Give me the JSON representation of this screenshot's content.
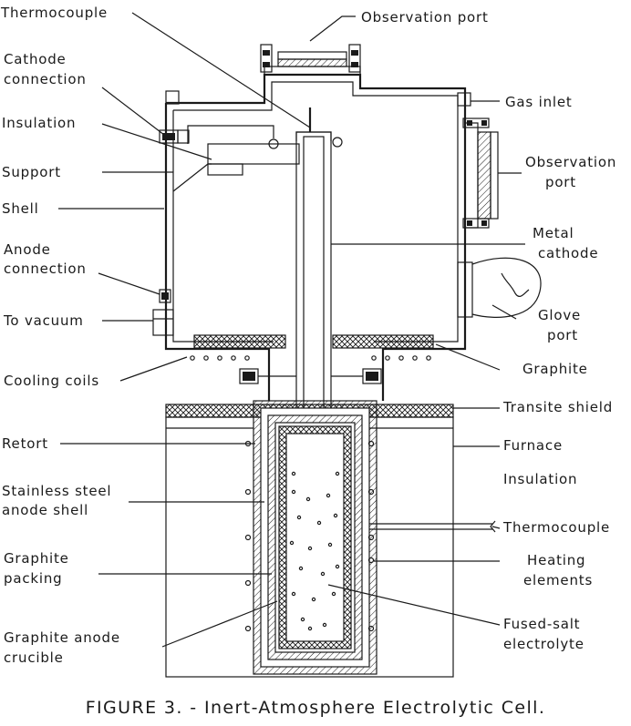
{
  "labels": {
    "thermocouple_top": "Thermocouple",
    "observation_port_top": "Observation port",
    "cathode_connection_1": "Cathode",
    "cathode_connection_2": "connection",
    "insulation_upper": "Insulation",
    "support": "Support",
    "shell": "Shell",
    "anode_connection_1": "Anode",
    "anode_connection_2": "connection",
    "to_vacuum": "To vacuum",
    "cooling_coils": "Cooling coils",
    "retort": "Retort",
    "stainless_1": "Stainless steel",
    "stainless_2": "anode shell",
    "graphite_packing_1": "Graphite",
    "graphite_packing_2": "packing",
    "graphite_anode_1": "Graphite anode",
    "graphite_anode_2": "crucible",
    "gas_inlet": "Gas inlet",
    "observation_port_right_1": "Observation",
    "observation_port_right_2": "port",
    "metal_cathode_1": "Metal",
    "metal_cathode_2": "cathode",
    "glove_port_1": "Glove",
    "glove_port_2": "port",
    "graphite_right": "Graphite",
    "transite_shield": "Transite shield",
    "furnace": "Furnace",
    "insulation_right": "Insulation",
    "thermocouple_right": "Thermocouple",
    "heating_elements_1": "Heating",
    "heating_elements_2": "elements",
    "fused_salt_1": "Fused-salt",
    "fused_salt_2": "electrolyte"
  },
  "caption": "FIGURE 3. - Inert-Atmosphere Electrolytic Cell."
}
